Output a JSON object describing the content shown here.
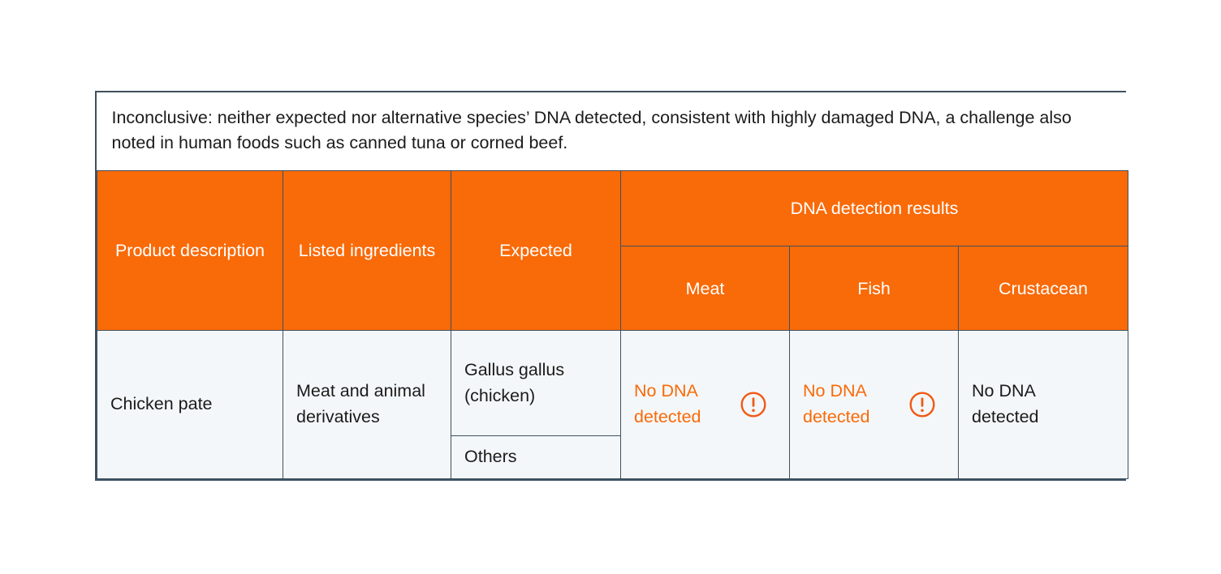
{
  "note": {
    "text": "Inconclusive: neither expected nor alternative species’ DNA detected, consistent with highly damaged DNA, a challenge also noted in human foods such as canned tuna or corned beef."
  },
  "table": {
    "headers": {
      "product_description": "Product description",
      "listed_ingredients": "Listed ingredients",
      "expected": "Expected",
      "dna_detection_results": "DNA detection results",
      "meat": "Meat",
      "fish": "Fish",
      "crustacean": "Crustacean"
    },
    "rows": [
      {
        "product_description": "Chicken pate",
        "listed_ingredients": "Meat and animal derivatives",
        "expected_primary": "Gallus gallus (chicken)",
        "expected_secondary": "Others",
        "meat": {
          "text": "No DNA detected",
          "alert": true,
          "icon": "exclamation-circle-icon"
        },
        "fish": {
          "text": "No DNA detected",
          "alert": true,
          "icon": "exclamation-circle-icon"
        },
        "crustacean": {
          "text": "No DNA detected",
          "alert": false,
          "icon": null
        }
      }
    ]
  },
  "colors": {
    "header_orange": "#F96A08",
    "alert_orange": "#F96A08",
    "border": "#3e5160",
    "body_bg": "#F4F7F9",
    "note_bg": "#FFFFFF",
    "text_dark": "#1B1B1B",
    "header_text": "#FFFFFF"
  }
}
